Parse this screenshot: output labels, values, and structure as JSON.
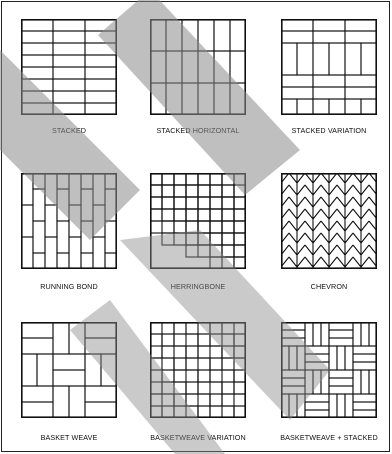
{
  "colors": {
    "stroke": "#111111",
    "background": "#ffffff",
    "watermark": "#8a8a8a"
  },
  "patterns": [
    {
      "id": "stacked",
      "label": "STACKED"
    },
    {
      "id": "stacked-horizontal",
      "label": "STACKED HORIZONTAL"
    },
    {
      "id": "stacked-variation",
      "label": "STACKED VARIATION"
    },
    {
      "id": "running-bond",
      "label": "RUNNING BOND"
    },
    {
      "id": "herringbone",
      "label": "HERRINGBONE"
    },
    {
      "id": "chevron",
      "label": "CHEVRON"
    },
    {
      "id": "basket-weave",
      "label": "BASKET WEAVE"
    },
    {
      "id": "basketweave-variation",
      "label": "BASKETWEAVE VARIATION"
    },
    {
      "id": "basketweave-stacked",
      "label": "BASKETWEAVE + STACKED"
    }
  ],
  "watermark": {
    "shape": "large diagonal grey letter",
    "style": "semi-transparent overlay"
  }
}
